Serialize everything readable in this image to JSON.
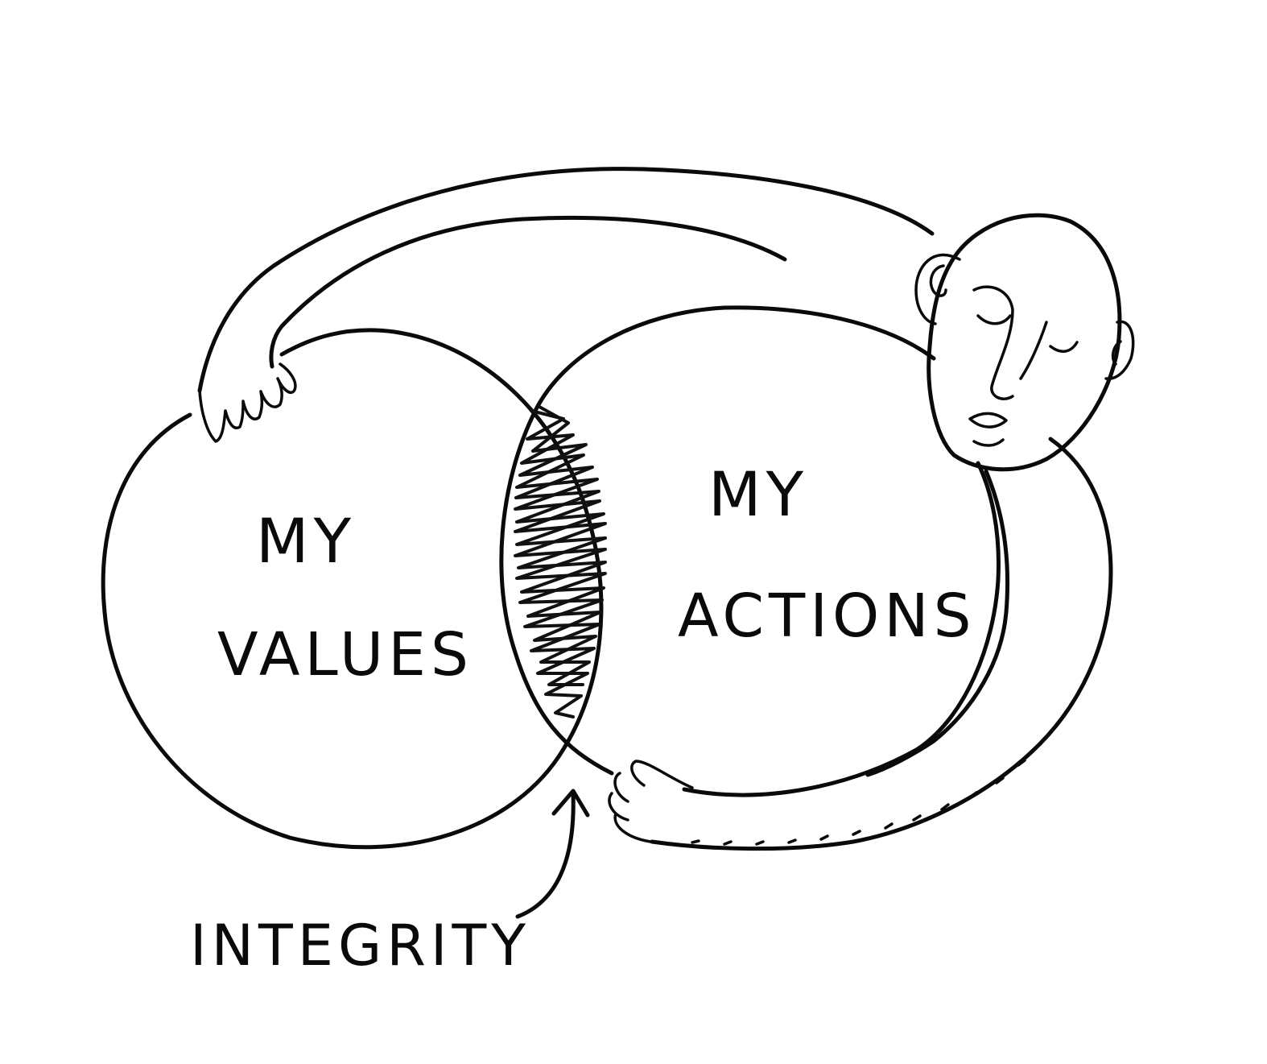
{
  "diagram": {
    "sets": [
      {
        "id": "left",
        "label_line1": "MY",
        "label_line2": "VALUES"
      },
      {
        "id": "right",
        "label_line1": "MY",
        "label_line2": "ACTIONS"
      }
    ],
    "intersection": {
      "label": "INTEGRITY"
    }
  },
  "colors": {
    "ink": "#0a0a0a",
    "paper": "#ffffff"
  }
}
